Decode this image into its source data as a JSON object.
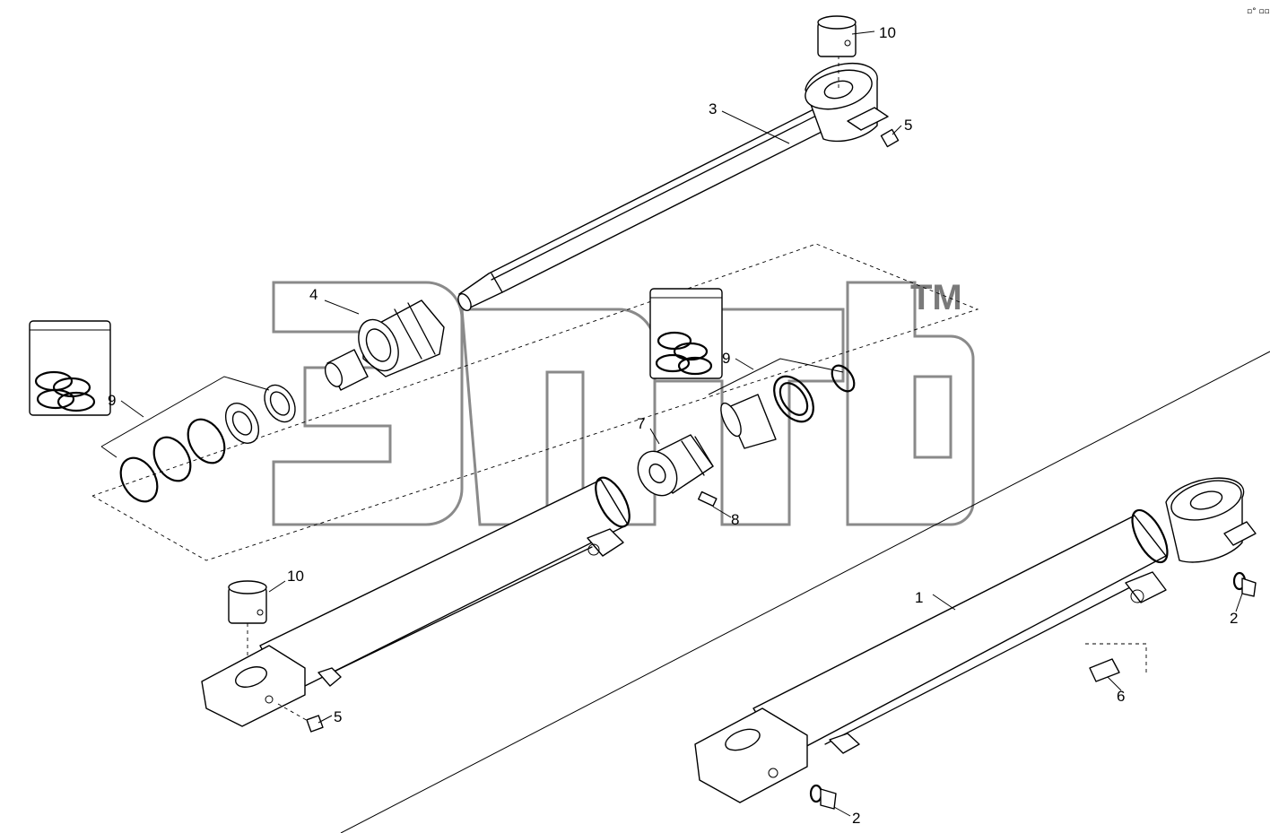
{
  "diagram": {
    "callouts": {
      "c1": "1",
      "c2a": "2",
      "c2b": "2",
      "c3": "3",
      "c4": "4",
      "c5a": "5",
      "c5b": "5",
      "c6": "6",
      "c7": "7",
      "c8": "8",
      "c9a": "9",
      "c9b": "9",
      "c10a": "10",
      "c10b": "10"
    },
    "watermark": {
      "trademark": "TM"
    },
    "corner_mark": "▫° ▫▫▫"
  }
}
